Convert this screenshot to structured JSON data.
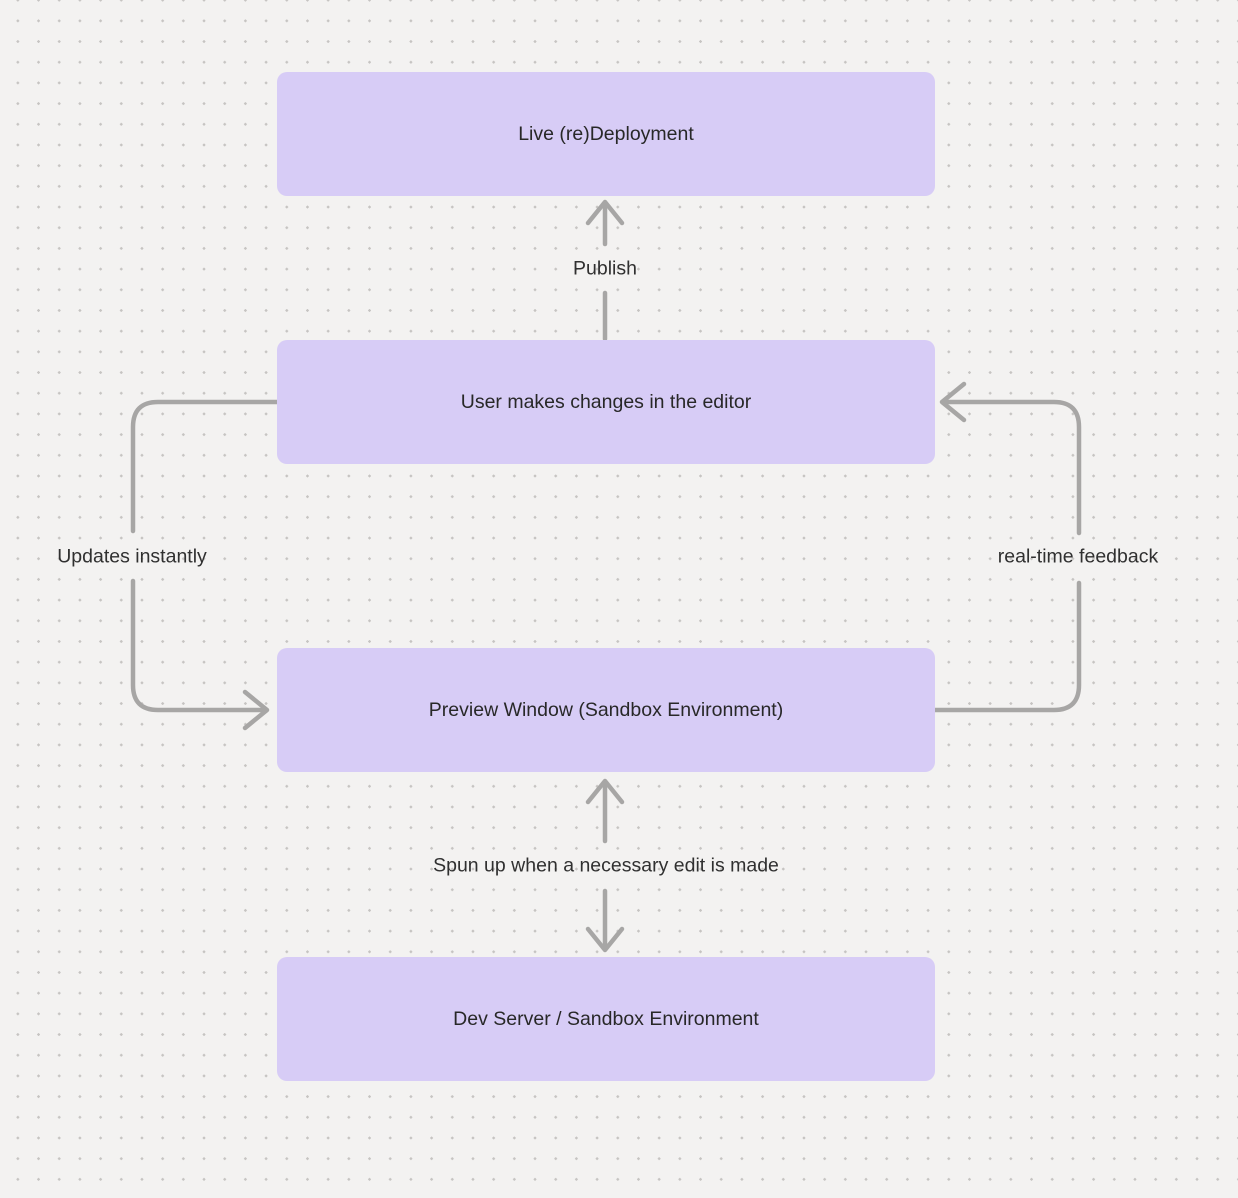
{
  "diagram": {
    "nodes": [
      {
        "id": "live-deployment",
        "label": "Live (re)Deployment"
      },
      {
        "id": "user-editor",
        "label": "User makes changes in the editor"
      },
      {
        "id": "preview-window",
        "label": "Preview Window (Sandbox Environment)"
      },
      {
        "id": "dev-server",
        "label": "Dev Server / Sandbox Environment"
      }
    ],
    "edges": [
      {
        "id": "publish",
        "label": "Publish",
        "from": "user-editor",
        "to": "live-deployment",
        "shape": "straight-vertical-arrow-up"
      },
      {
        "id": "updates-instantly",
        "label": "Updates instantly",
        "from": "user-editor",
        "to": "preview-window",
        "shape": "left-side-loop-arrow"
      },
      {
        "id": "real-time-feedback",
        "label": "real-time feedback",
        "from": "preview-window",
        "to": "user-editor",
        "shape": "right-side-loop-arrow"
      },
      {
        "id": "spun-up",
        "label": "Spun up when a necessary edit is made",
        "from": "preview-window",
        "to": "dev-server",
        "shape": "bidirectional-vertical-arrows"
      }
    ],
    "colors": {
      "canvas_background": "#f3f2f1",
      "grid_dot": "#c6c4c2",
      "node_fill": "#d7ccf6",
      "node_text": "#282828",
      "connector": "#a7a6a5",
      "edge_label_text": "#303030"
    }
  }
}
